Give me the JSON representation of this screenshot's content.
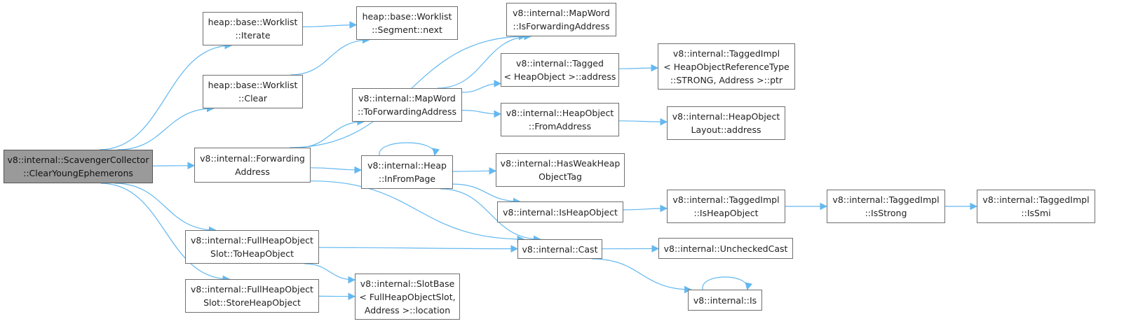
{
  "nodes": [
    {
      "id": "root",
      "lines": [
        "v8::internal::ScavengerCollector",
        "::ClearYoungEphemerons"
      ],
      "highlight": true
    },
    {
      "id": "wl_iterate",
      "lines": [
        "heap::base::Worklist",
        "::Iterate"
      ]
    },
    {
      "id": "wl_clear",
      "lines": [
        "heap::base::Worklist",
        "::Clear"
      ]
    },
    {
      "id": "seg_next",
      "lines": [
        "heap::base::Worklist",
        "::Segment::next"
      ]
    },
    {
      "id": "forwarding_addr",
      "lines": [
        "v8::internal::Forwarding",
        "Address"
      ]
    },
    {
      "id": "fhos_to",
      "lines": [
        "v8::internal::FullHeapObject",
        "Slot::ToHeapObject"
      ]
    },
    {
      "id": "fhos_store",
      "lines": [
        "v8::internal::FullHeapObject",
        "Slot::StoreHeapObject"
      ]
    },
    {
      "id": "is_fwd",
      "lines": [
        "v8::internal::MapWord",
        "::IsForwardingAddress"
      ]
    },
    {
      "id": "to_fwd",
      "lines": [
        "v8::internal::MapWord",
        "::ToForwardingAddress"
      ]
    },
    {
      "id": "in_from_page",
      "lines": [
        "v8::internal::Heap",
        "::InFromPage"
      ]
    },
    {
      "id": "slotbase_loc",
      "lines": [
        "v8::internal::SlotBase",
        "< FullHeapObjectSlot,",
        "Address >::location"
      ]
    },
    {
      "id": "tagged_addr",
      "lines": [
        "v8::internal::Tagged",
        "< HeapObject >::address"
      ]
    },
    {
      "id": "ho_from_addr",
      "lines": [
        "v8::internal::HeapObject",
        "::FromAddress"
      ]
    },
    {
      "id": "has_weak",
      "lines": [
        "v8::internal::HasWeakHeap",
        "ObjectTag"
      ]
    },
    {
      "id": "is_heap_obj",
      "lines": [
        "v8::internal::IsHeapObject"
      ]
    },
    {
      "id": "cast",
      "lines": [
        "v8::internal::Cast"
      ]
    },
    {
      "id": "is",
      "lines": [
        "v8::internal::Is"
      ]
    },
    {
      "id": "ti_ptr",
      "lines": [
        "v8::internal::TaggedImpl",
        "< HeapObjectReferenceType",
        "::STRONG, Address >::ptr"
      ]
    },
    {
      "id": "hol_addr",
      "lines": [
        "v8::internal::HeapObject",
        "Layout::address"
      ]
    },
    {
      "id": "ti_is_heap",
      "lines": [
        "v8::internal::TaggedImpl",
        "::IsHeapObject"
      ]
    },
    {
      "id": "unchecked_cast",
      "lines": [
        "v8::internal::UncheckedCast"
      ]
    },
    {
      "id": "ti_is_strong",
      "lines": [
        "v8::internal::TaggedImpl",
        "::IsStrong"
      ]
    },
    {
      "id": "ti_is_smi",
      "lines": [
        "v8::internal::TaggedImpl",
        "::IsSmi"
      ]
    }
  ],
  "edges": [
    [
      "root",
      "wl_iterate"
    ],
    [
      "root",
      "wl_clear"
    ],
    [
      "root",
      "forwarding_addr"
    ],
    [
      "root",
      "fhos_to"
    ],
    [
      "root",
      "fhos_store"
    ],
    [
      "wl_iterate",
      "seg_next"
    ],
    [
      "wl_clear",
      "seg_next"
    ],
    [
      "forwarding_addr",
      "is_fwd"
    ],
    [
      "forwarding_addr",
      "to_fwd"
    ],
    [
      "forwarding_addr",
      "in_from_page"
    ],
    [
      "forwarding_addr",
      "cast"
    ],
    [
      "to_fwd",
      "is_fwd"
    ],
    [
      "to_fwd",
      "tagged_addr"
    ],
    [
      "to_fwd",
      "ho_from_addr"
    ],
    [
      "tagged_addr",
      "ti_ptr"
    ],
    [
      "ho_from_addr",
      "hol_addr"
    ],
    [
      "in_from_page",
      "in_from_page"
    ],
    [
      "in_from_page",
      "has_weak"
    ],
    [
      "in_from_page",
      "is_heap_obj"
    ],
    [
      "in_from_page",
      "cast"
    ],
    [
      "is_heap_obj",
      "ti_is_heap"
    ],
    [
      "ti_is_heap",
      "ti_is_strong"
    ],
    [
      "ti_is_strong",
      "ti_is_smi"
    ],
    [
      "fhos_to",
      "cast"
    ],
    [
      "fhos_to",
      "slotbase_loc"
    ],
    [
      "fhos_store",
      "slotbase_loc"
    ],
    [
      "cast",
      "unchecked_cast"
    ],
    [
      "cast",
      "is"
    ],
    [
      "is",
      "is"
    ]
  ],
  "colors": {
    "edge": "#63b8f0",
    "highlight_fill": "#9a9a9a",
    "border": "#6f6f6f"
  }
}
